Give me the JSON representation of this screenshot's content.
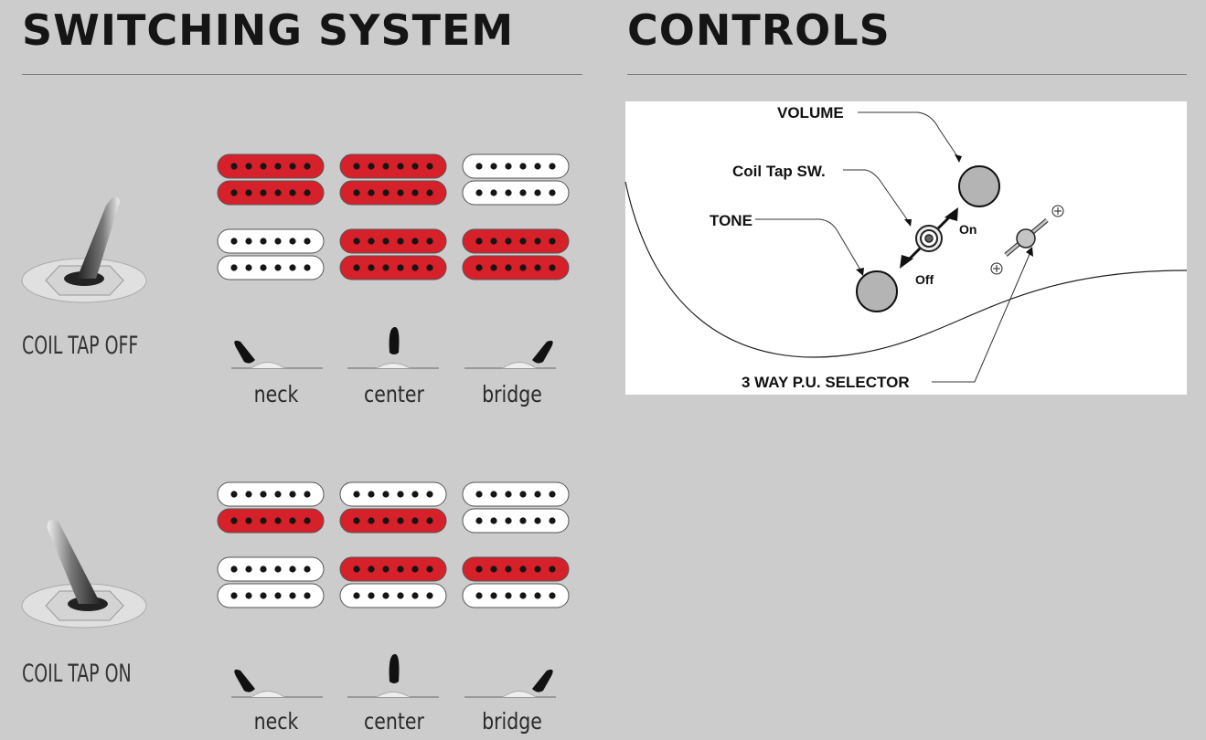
{
  "headers": {
    "switching": "SWITCHING SYSTEM",
    "controls": "CONTROLS"
  },
  "modes": [
    {
      "label": "COIL TAP OFF",
      "switch_state": "off",
      "positions": [
        {
          "label": "neck",
          "top_pickup": [
            "red",
            "red"
          ],
          "bottom_pickup": [
            "white",
            "white"
          ]
        },
        {
          "label": "center",
          "top_pickup": [
            "red",
            "red"
          ],
          "bottom_pickup": [
            "red",
            "red"
          ]
        },
        {
          "label": "bridge",
          "top_pickup": [
            "white",
            "white"
          ],
          "bottom_pickup": [
            "red",
            "red"
          ]
        }
      ]
    },
    {
      "label": "COIL TAP ON",
      "switch_state": "on",
      "positions": [
        {
          "label": "neck",
          "top_pickup": [
            "white",
            "red"
          ],
          "bottom_pickup": [
            "white",
            "white"
          ]
        },
        {
          "label": "center",
          "top_pickup": [
            "white",
            "red"
          ],
          "bottom_pickup": [
            "red",
            "white"
          ]
        },
        {
          "label": "bridge",
          "top_pickup": [
            "white",
            "white"
          ],
          "bottom_pickup": [
            "red",
            "white"
          ]
        }
      ]
    }
  ],
  "controls_diagram": {
    "labels": {
      "volume": "VOLUME",
      "coil_tap": "Coil Tap SW.",
      "tone": "TONE",
      "on": "On",
      "off": "Off",
      "selector": "3 WAY P.U. SELECTOR"
    }
  },
  "colors": {
    "background": "#cccccc",
    "coil_active": "#d6202a",
    "coil_inactive": "#ffffff",
    "knob": "#b4b4b4",
    "text": "#151515"
  }
}
